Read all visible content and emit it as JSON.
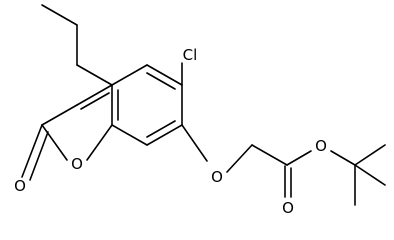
{
  "structure": {
    "atoms": {
      "chlorine": "Cl",
      "ring_oxygen": "O",
      "carbonyl_oxygen_lactone": "O",
      "ether_oxygen": "O",
      "carbonyl_oxygen_ester": "O",
      "ester_oxygen": "O"
    }
  },
  "colors": {
    "bond": "#000000",
    "label": "#000000",
    "background": "#ffffff"
  }
}
